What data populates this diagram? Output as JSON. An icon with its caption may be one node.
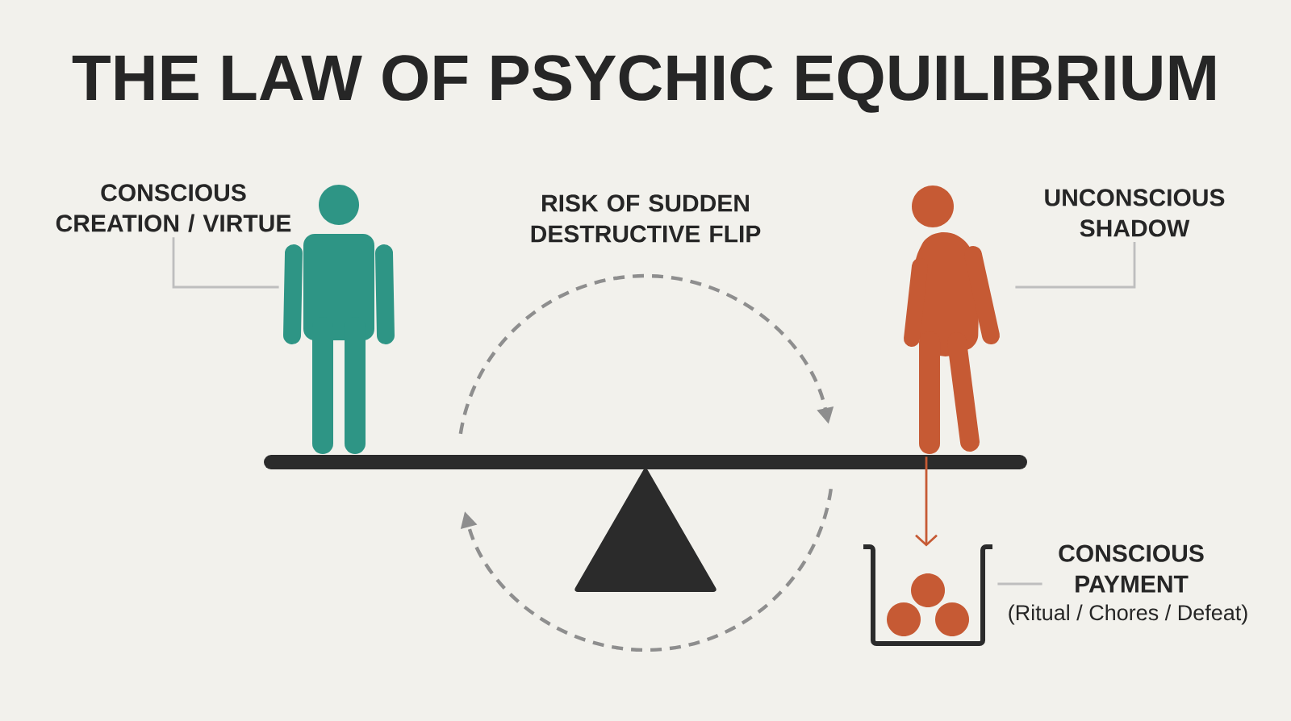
{
  "diagram": {
    "title": "THE LAW OF PSYCHIC EQUILIBRIUM",
    "nodes": [
      {
        "text": [
          "CONSCIOUS CREATION / VIRTUE"
        ]
      },
      {
        "text": [],
        "shape": "person"
      },
      {
        "text": [],
        "shape": "person"
      },
      {
        "text": [
          "UNCONSCIOUS SHADOW"
        ]
      },
      {
        "text": [],
        "shape": "picture"
      },
      {
        "text": [
          "CONSCIOUS PAYMENT",
          "(Ritual / Chores / Defeat)"
        ]
      }
    ],
    "edges": [
      {
        "from": 0,
        "to": 1,
        "arrow": "none"
      },
      {
        "from": 3,
        "to": 2,
        "arrow": "none"
      },
      {
        "from": 2,
        "to": 4,
        "arrow": "to",
        "color": "#c65a34"
      },
      {
        "from": 5,
        "to": 4,
        "arrow": "none"
      }
    ],
    "labels": [
      "RISK OF SUDDEN DESTRUCTIVE FLIP"
    ]
  }
}
